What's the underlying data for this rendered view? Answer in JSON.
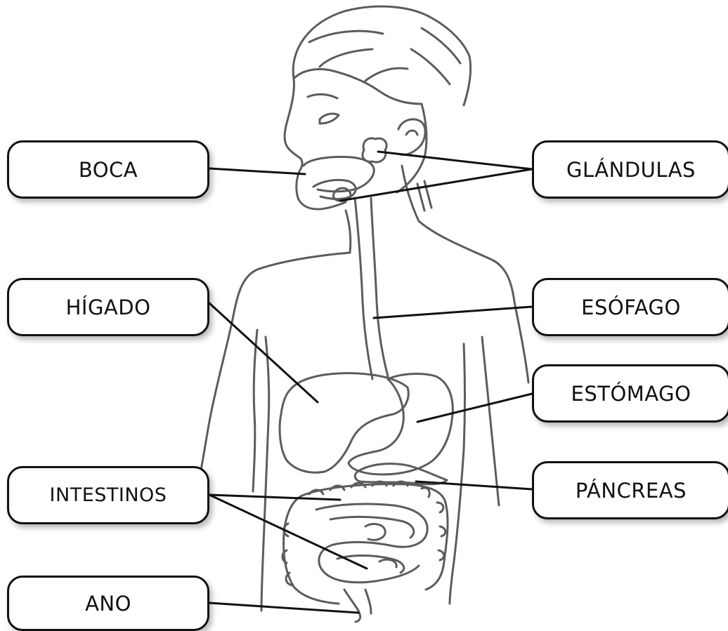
{
  "labels": {
    "boca": "BOCA",
    "higado": "HÍGADO",
    "intestinos": "INTESTINOS",
    "ano": "ANO",
    "glandulas": "GLÁNDULAS",
    "esofago": "ESÓFAGO",
    "estomago": "ESTÓMAGO",
    "pancreas": "PÁNCREAS"
  },
  "colors": {
    "outline": "#5c5c5c",
    "leader_line": "#111111",
    "box_border": "#111111",
    "background": "#ffffff"
  }
}
